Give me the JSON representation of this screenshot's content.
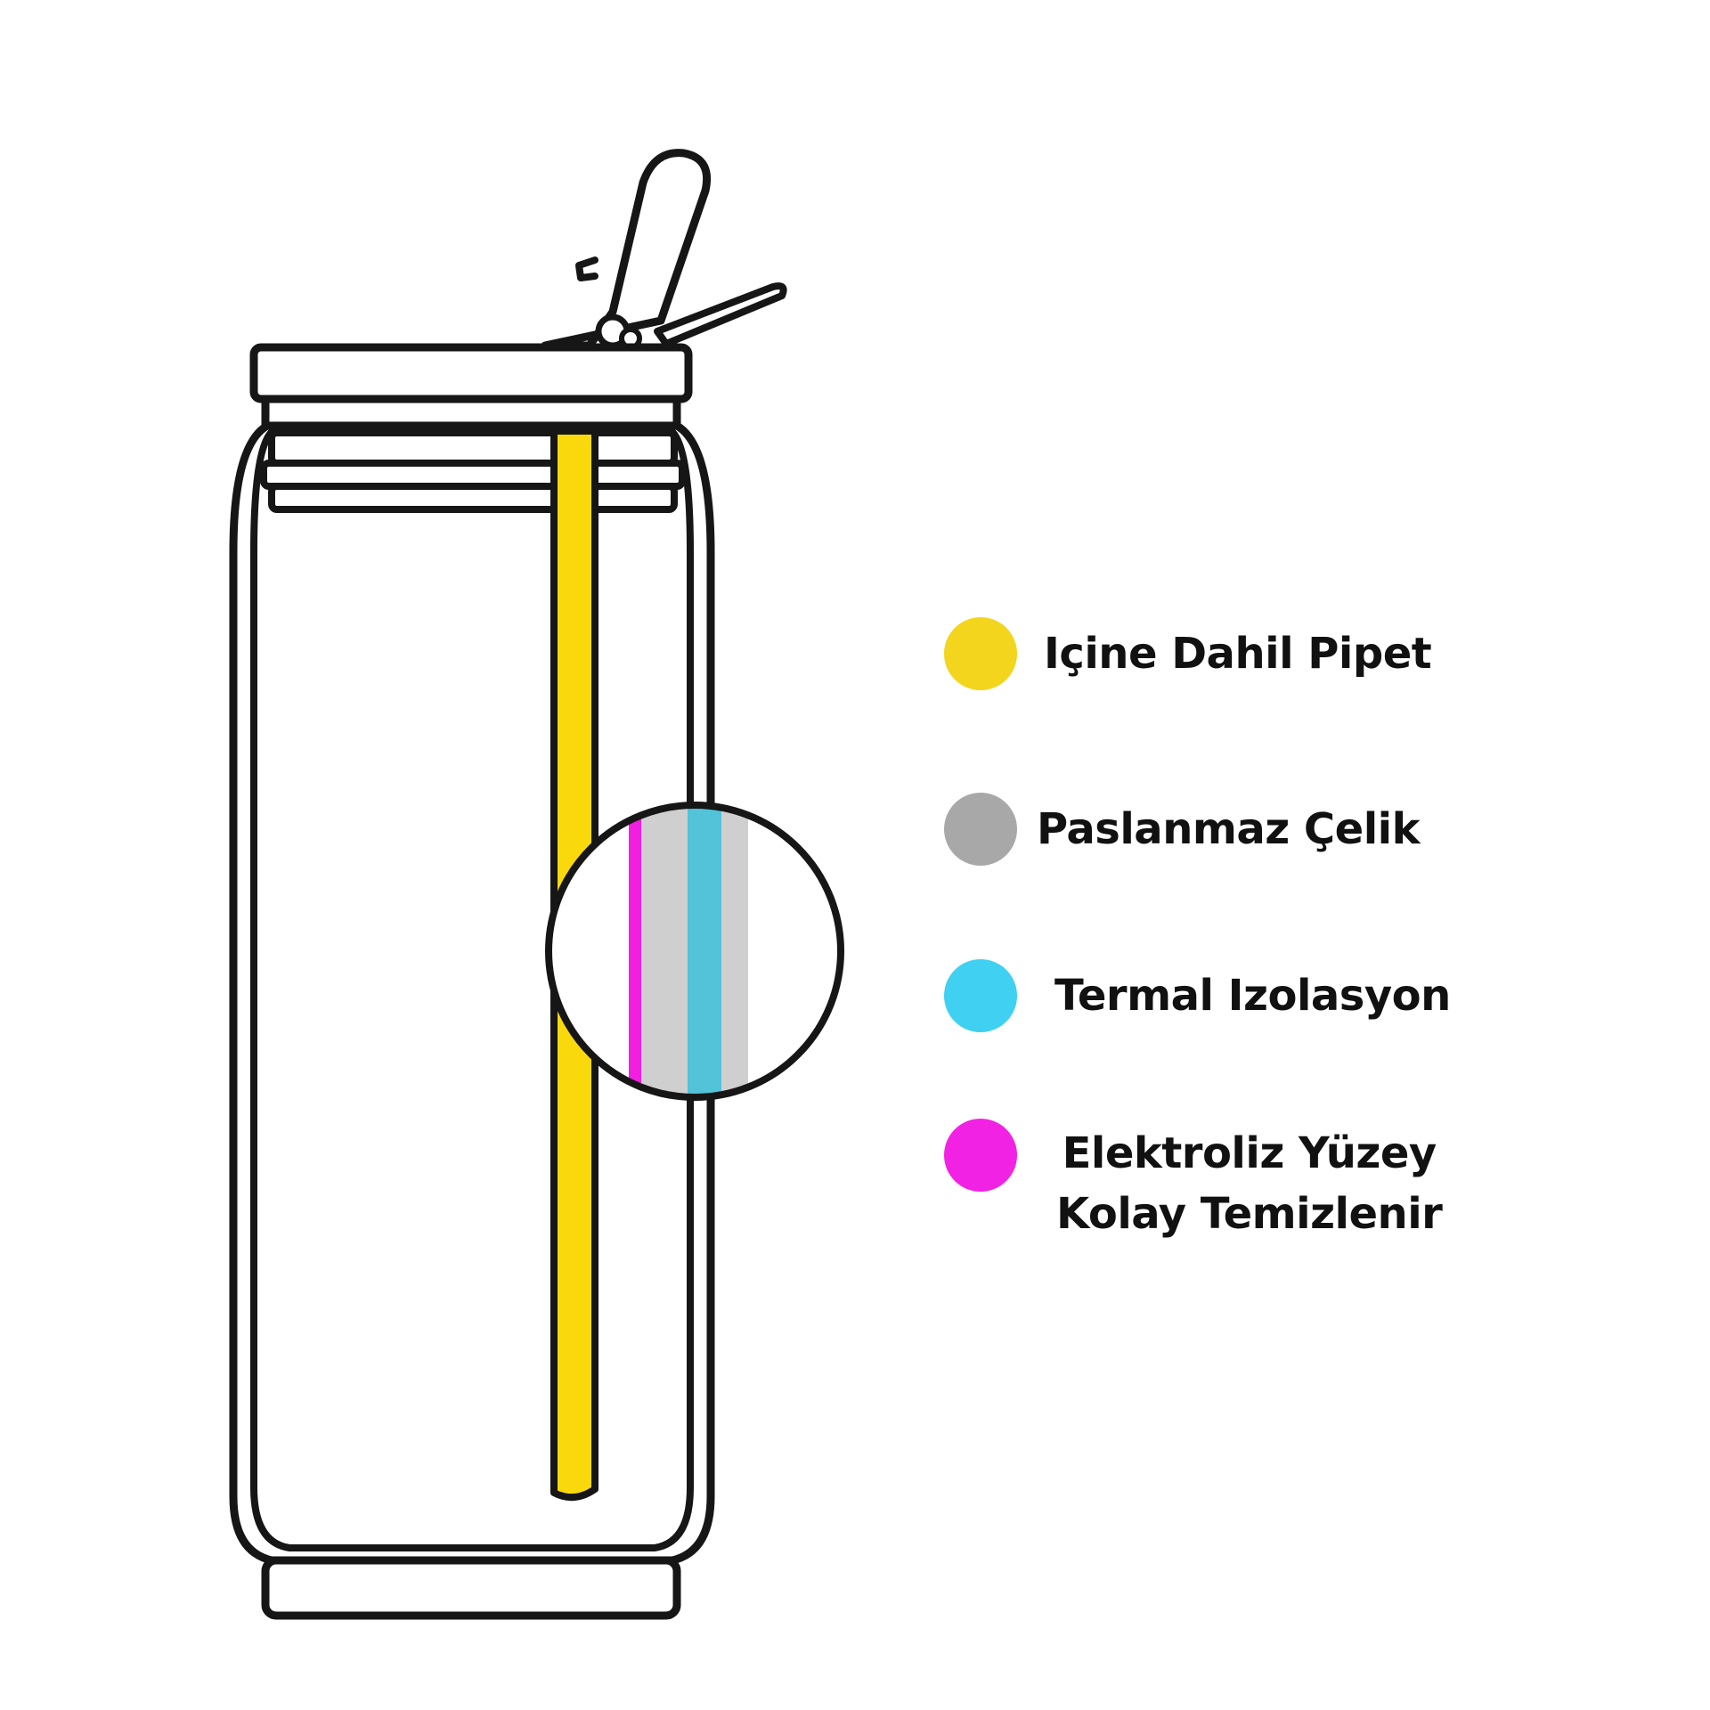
{
  "legend": {
    "items": [
      {
        "color": "#f2d51c",
        "label": "Içine Dahil Pipet"
      },
      {
        "color": "#a8a8a8",
        "label": "Paslanmaz Çelik"
      },
      {
        "color": "#3fd0f2",
        "label": "Termal Izolasyon"
      },
      {
        "color": "#f222e4",
        "label_lines": [
          "Elektroliz Yüzey",
          "Kolay Temizlenir"
        ]
      }
    ]
  },
  "colors": {
    "outline": "#161616",
    "straw": "#fad90c",
    "steel": "#cfcfcf",
    "insulation": "#52c3d9",
    "surface": "#f21ee0",
    "background": "#ffffff"
  },
  "icons": [
    "bottle-illustration",
    "straw-illustration",
    "magnifier-circle"
  ]
}
